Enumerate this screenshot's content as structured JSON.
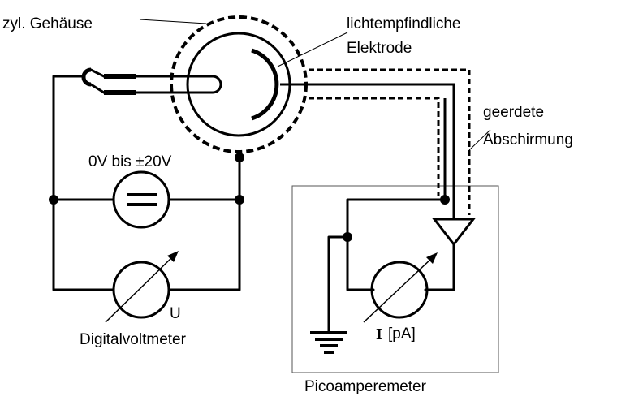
{
  "labels": {
    "housing": "zyl. Gehäuse",
    "electrode_line1": "lichtempfindliche",
    "electrode_line2": "Elektrode",
    "shield_line1": "geerdete",
    "shield_line2": "Abschirmung",
    "voltage_source": "0V bis ±20V",
    "voltmeter_symbol": "U",
    "voltmeter": "Digitalvoltmeter",
    "current_symbol": "I",
    "current_unit": "[pA]",
    "picoammeter": "Picoamperemeter"
  },
  "colors": {
    "line": "#000000",
    "background": "#ffffff",
    "box_border": "#555555"
  }
}
